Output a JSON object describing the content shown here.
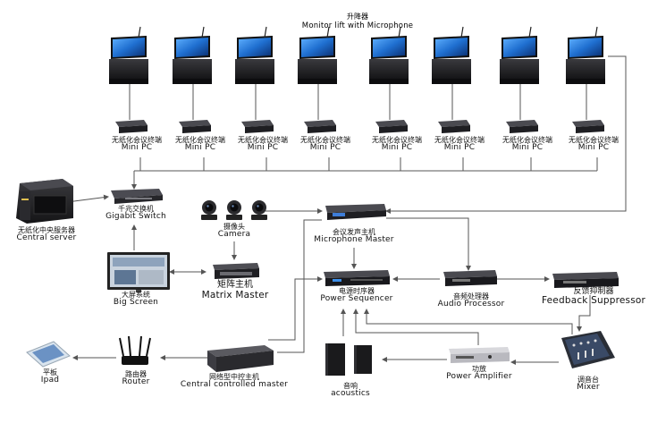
{
  "title": {
    "cn": "升降器",
    "en": "Monitor lift with Microphone"
  },
  "terminals": [
    {
      "cn": "无纸化会议终端",
      "en": "Mini PC"
    },
    {
      "cn": "无纸化会议终端",
      "en": "Mini PC"
    },
    {
      "cn": "无纸化会议终端",
      "en": "Mini PC"
    },
    {
      "cn": "无纸化会议终端",
      "en": "Mini PC"
    },
    {
      "cn": "无纸化会议终端",
      "en": "Mini PC"
    },
    {
      "cn": "无纸化会议终端",
      "en": "Mini PC"
    },
    {
      "cn": "无纸化会议终端",
      "en": "Mini PC"
    },
    {
      "cn": "无纸化会议终端",
      "en": "Mini PC"
    }
  ],
  "devices": {
    "server": {
      "cn": "无纸化中央服务器",
      "en": "Central server"
    },
    "switch": {
      "cn": "千兆交换机",
      "en": "Gigabit Switch"
    },
    "camera": {
      "cn": "摄像头",
      "en": "Camera"
    },
    "mic_master": {
      "cn": "会议发声主机",
      "en": "Microphone Master"
    },
    "big_screen": {
      "cn": "大屏系统",
      "en": "Big Screen"
    },
    "matrix": {
      "cn": "矩阵主机",
      "en": "Matrix Master"
    },
    "sequencer": {
      "cn": "电源时序器",
      "en": "Power Sequencer"
    },
    "audio_proc": {
      "cn": "音频处理器",
      "en": "Audio Processor"
    },
    "feedback": {
      "cn": "反馈抑制器",
      "en": "Feedback Suppressor"
    },
    "ipad": {
      "cn": "平板",
      "en": "Ipad"
    },
    "router": {
      "cn": "路由器",
      "en": "Router"
    },
    "central_ctrl": {
      "cn": "网络型中控主机",
      "en": "Central controlled master"
    },
    "acoustics": {
      "cn": "音响",
      "en": "acoustics"
    },
    "amplifier": {
      "cn": "功放",
      "en": "Power Amplifier"
    },
    "mixer": {
      "cn": "调音台",
      "en": "Mixer"
    }
  },
  "colors": {
    "line": "#555555",
    "device_dark": "#1c1c1e",
    "screen_blue": "#1f6fd0"
  }
}
